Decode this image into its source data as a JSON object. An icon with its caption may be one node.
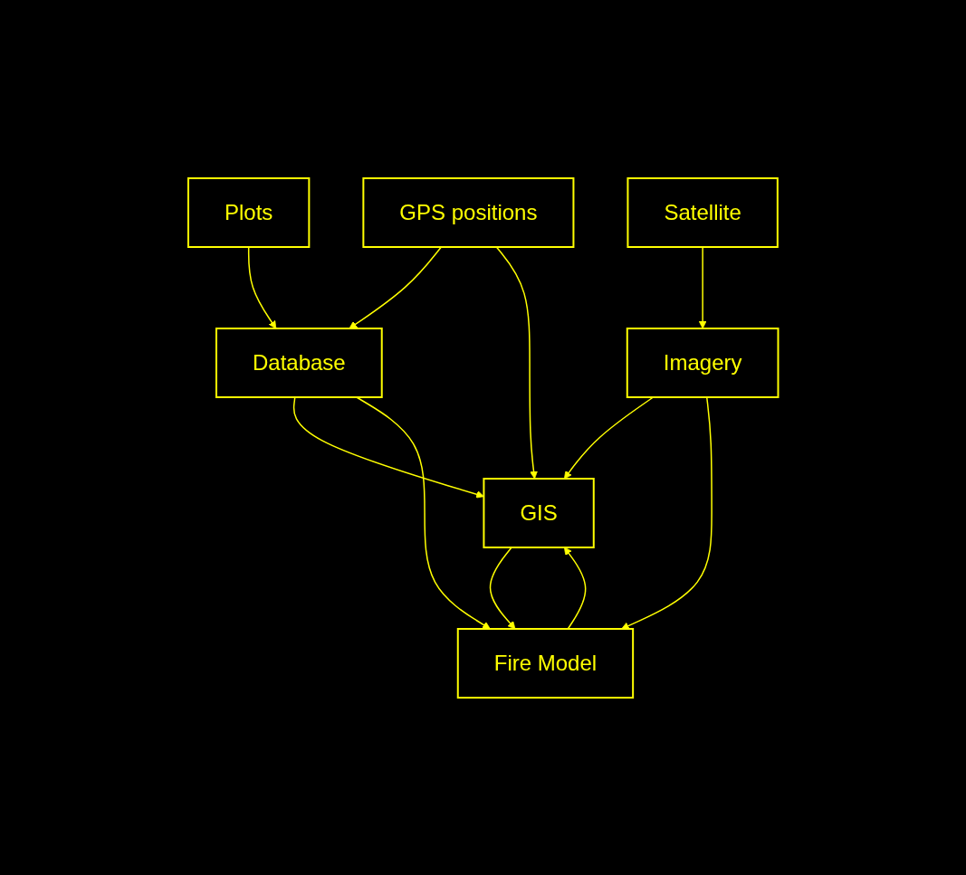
{
  "diagram": {
    "nodes": [
      {
        "text": [
          "Plots"
        ]
      },
      {
        "text": [
          "GPS positions"
        ]
      },
      {
        "text": [
          "Satellite"
        ]
      },
      {
        "text": [
          "Database"
        ]
      },
      {
        "text": [
          "Imagery"
        ]
      },
      {
        "text": [
          "GIS"
        ]
      },
      {
        "text": [
          "Fire Model"
        ]
      }
    ],
    "edges": [
      {
        "from": 0,
        "to": 3,
        "arrow": "to"
      },
      {
        "from": 1,
        "to": 3,
        "arrow": "to"
      },
      {
        "from": 1,
        "to": 5,
        "arrow": "to"
      },
      {
        "from": 2,
        "to": 4,
        "arrow": "to"
      },
      {
        "from": 3,
        "to": 5,
        "arrow": "to"
      },
      {
        "from": 3,
        "to": 6,
        "arrow": "to"
      },
      {
        "from": 4,
        "to": 5,
        "arrow": "to"
      },
      {
        "from": 4,
        "to": 6,
        "arrow": "to"
      },
      {
        "from": 5,
        "to": 6,
        "arrow": "to"
      },
      {
        "from": 6,
        "to": 5,
        "arrow": "to"
      }
    ]
  }
}
